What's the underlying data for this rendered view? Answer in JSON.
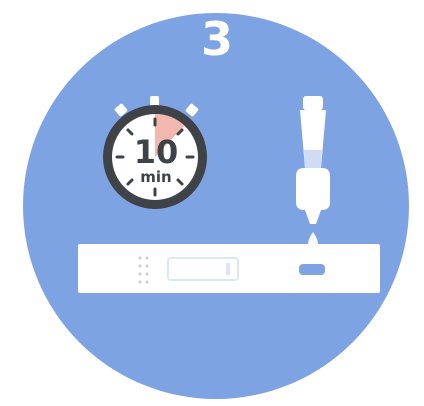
{
  "step": {
    "number": "3"
  },
  "timer": {
    "value": "10",
    "unit": "min",
    "elapsed_fraction": 0.12
  },
  "colors": {
    "background_circle": "#7ea3e3",
    "timer_ring": "#3f4347",
    "timer_face": "#ffffff",
    "timer_elapsed": "#f2b8b0",
    "cassette": "#ffffff",
    "result_window": "#dbe6f7",
    "drop": "#7ea3e3"
  },
  "icons": {
    "timer": "stopwatch-icon",
    "dropper": "dropper-icon",
    "drop": "drop-icon",
    "cassette": "test-cassette-icon"
  }
}
